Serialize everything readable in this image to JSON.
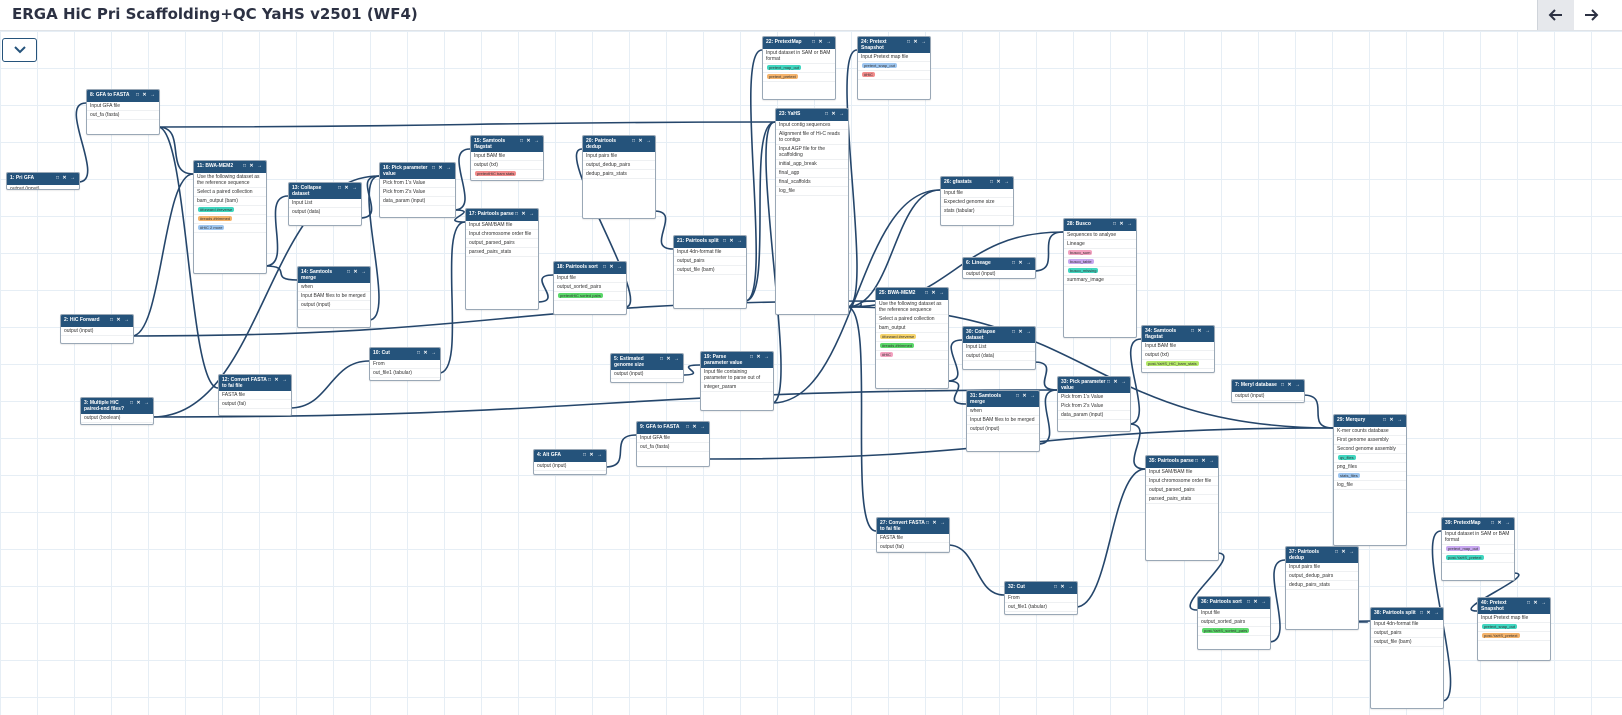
{
  "header": {
    "title": "ERGA HiC Pri Scaffolding+QC YaHS v2501 (WF4)",
    "back_icon": "arrow-left-icon",
    "forward_icon": "arrow-right-icon"
  },
  "nodes": [
    {
      "id": "n1",
      "title": "1: Pri GFA",
      "rows": [
        "output (input)"
      ]
    },
    {
      "id": "n2",
      "title": "2: HiC Forward",
      "rows": [
        "output (input)"
      ]
    },
    {
      "id": "n3",
      "title": "3: Multiple HiC paired-end files?",
      "rows": [
        "output (boolean)"
      ]
    },
    {
      "id": "n4",
      "title": "4: Alt GFA",
      "rows": [
        "output (input)"
      ]
    },
    {
      "id": "n5",
      "title": "5: Estimated genome size",
      "rows": [
        "output (input)"
      ]
    },
    {
      "id": "n6",
      "title": "6: Lineage",
      "rows": [
        "output (input)"
      ]
    },
    {
      "id": "n7",
      "title": "7: Meryl database",
      "rows": [
        "output (input)"
      ]
    },
    {
      "id": "n8",
      "title": "8: GFA to FASTA",
      "rows": [
        "Input GFA file",
        "out_fa (fasta)"
      ]
    },
    {
      "id": "n9",
      "title": "9: GFA to FASTA",
      "rows": [
        "Input GFA file",
        "out_fa (fasta)"
      ]
    },
    {
      "id": "n10",
      "title": "10: Cut",
      "rows": [
        "From",
        "out_file1 (tabular)"
      ]
    },
    {
      "id": "n11",
      "title": "11: BWA-MEM2",
      "rows": [
        "Use the following dataset as the reference sequence",
        "Select a paired collection",
        "bam_output (bam)",
        "#forward #reverse",
        "#reads #trimmed",
        "#HiC 2 more"
      ]
    },
    {
      "id": "n12",
      "title": "12: Convert FASTA to fai file",
      "rows": [
        "FASTA file",
        "output (fai)"
      ]
    },
    {
      "id": "n13",
      "title": "13: Collapse dataset",
      "rows": [
        "Input List",
        "output (data)"
      ]
    },
    {
      "id": "n14",
      "title": "14: Samtools merge",
      "rows": [
        "when",
        "Input BAM files to be merged",
        "output (input)"
      ]
    },
    {
      "id": "n15",
      "title": "15: Samtools flagstat",
      "rows": [
        "Input BAM file",
        "output (txt)",
        "pretextHiC bam stats"
      ]
    },
    {
      "id": "n16",
      "title": "16: Pick parameter value",
      "rows": [
        "Pick from 1's Value",
        "Pick from 2's Value",
        "data_param (input)"
      ]
    },
    {
      "id": "n17",
      "title": "17: Pairtools parse",
      "rows": [
        "Input SAM/BAM file",
        "Input chromosome order file",
        "output_parsed_pairs",
        "parsed_pairs_stats"
      ]
    },
    {
      "id": "n18",
      "title": "18: Pairtools sort",
      "rows": [
        "Input file",
        "output_sorted_pairs",
        "pretextHiC sorted pairs"
      ]
    },
    {
      "id": "n19",
      "title": "19: Parse parameter value",
      "rows": [
        "Input file containing parameter to parse out of",
        "integer_param"
      ]
    },
    {
      "id": "n20",
      "title": "20: Pairtools dedup",
      "rows": [
        "Input pairs file",
        "output_dedup_pairs",
        "dedup_pairs_stats"
      ]
    },
    {
      "id": "n21",
      "title": "21: Pairtools split",
      "rows": [
        "Input 4dn-format file",
        "output_pairs",
        "output_file (bam)"
      ]
    },
    {
      "id": "n22",
      "title": "22: PretextMap",
      "rows": [
        "Input dataset in SAM or BAM format",
        "pretext_map_out",
        "pretext_pretext"
      ]
    },
    {
      "id": "n23",
      "title": "23: YaHS",
      "rows": [
        "Input contig sequences",
        "Alignment file of Hi-C reads to contigs",
        "Input AGP file for the scaffolding",
        "initial_agp_break",
        "final_agp",
        "final_scaffolds",
        "log_file"
      ]
    },
    {
      "id": "n24",
      "title": "24: Pretext Snapshot",
      "rows": [
        "Input Pretext map file",
        "pretext_snap_out",
        "#HiC"
      ]
    },
    {
      "id": "n25",
      "title": "25: BWA-MEM2",
      "rows": [
        "Use the following dataset as the reference sequence",
        "Select a paired collection",
        "bam_output",
        "#forward #reverse",
        "#reads #trimmed",
        "#HiC"
      ]
    },
    {
      "id": "n26",
      "title": "26: gfastats",
      "rows": [
        "Input file",
        "Expected genome size",
        "stats (tabular)"
      ]
    },
    {
      "id": "n27",
      "title": "27: Convert FASTA to fai file",
      "rows": [
        "FASTA file",
        "output (fai)"
      ]
    },
    {
      "id": "n28",
      "title": "28: Busco",
      "rows": [
        "Sequences to analyse",
        "Lineage",
        "busco_sum",
        "busco_table",
        "busco_missing",
        "summary_image"
      ]
    },
    {
      "id": "n29",
      "title": "29: Merqury",
      "rows": [
        "K-mer counts database",
        "First genome assembly",
        "Second genome assembly",
        "qv_files",
        "png_files",
        "stats_files",
        "log_file"
      ]
    },
    {
      "id": "n30",
      "title": "30: Collapse dataset",
      "rows": [
        "Input List",
        "output (data)"
      ]
    },
    {
      "id": "n31",
      "title": "31: Samtools merge",
      "rows": [
        "when",
        "Input BAM files to be merged",
        "output (input)"
      ]
    },
    {
      "id": "n32",
      "title": "32: Cut",
      "rows": [
        "From",
        "out_file1 (tabular)"
      ]
    },
    {
      "id": "n33",
      "title": "33: Pick parameter value",
      "rows": [
        "Pick from 1's Value",
        "Pick from 2's Value",
        "data_param (input)"
      ]
    },
    {
      "id": "n34",
      "title": "34: Samtools flagstat",
      "rows": [
        "Input BAM file",
        "output (txt)",
        "post-YaHS_HiC_bam_stats"
      ]
    },
    {
      "id": "n35",
      "title": "35: Pairtools parse",
      "rows": [
        "Input SAM/BAM file",
        "Input chromosome order file",
        "output_parsed_pairs",
        "parsed_pairs_stats"
      ]
    },
    {
      "id": "n36",
      "title": "36: Pairtools sort",
      "rows": [
        "Input file",
        "output_sorted_pairs",
        "post-YaHS_sorted_pairs"
      ]
    },
    {
      "id": "n37",
      "title": "37: Pairtools dedup",
      "rows": [
        "Input pairs file",
        "output_dedup_pairs",
        "dedup_pairs_stats"
      ]
    },
    {
      "id": "n38",
      "title": "38: Pairtools split",
      "rows": [
        "Input 4dn-format file",
        "output_pairs",
        "output_file (bam)"
      ]
    },
    {
      "id": "n39",
      "title": "39: PretextMap",
      "rows": [
        "Input dataset in SAM or BAM format",
        "pretext_map_out",
        "post-YaHS_pretext"
      ]
    },
    {
      "id": "n40",
      "title": "40: Pretext Snapshot",
      "rows": [
        "Input Pretext map file",
        "pretext_snap_out",
        "post-YaHS_pretext"
      ]
    }
  ]
}
